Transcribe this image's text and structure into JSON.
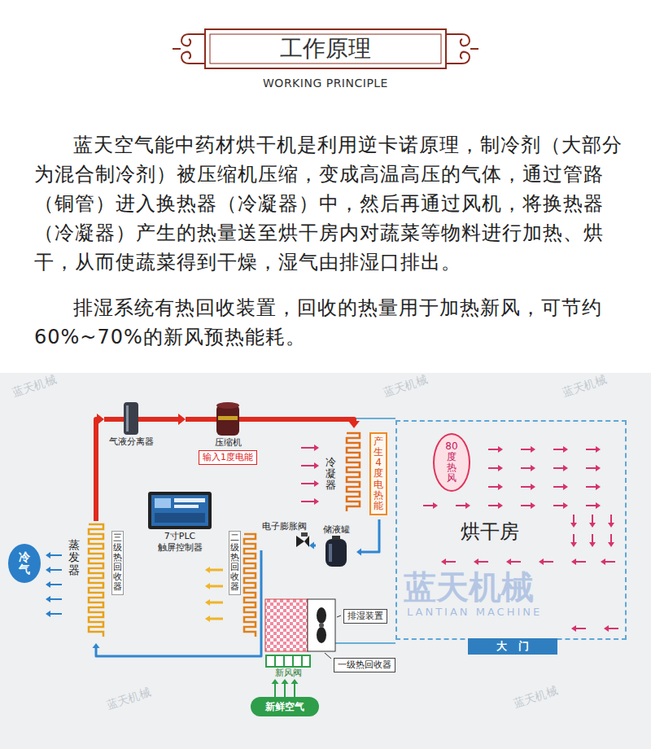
{
  "diagram": {
    "title": "工作原理",
    "nodes": [
      {
        "text": [
          "气液分离器"
        ]
      },
      {
        "text": [
          "压缩机",
          "输入1度电能"
        ]
      },
      {
        "text": [
          "冷凝器",
          "产生4度电热能"
        ]
      },
      {
        "text": [
          "烘干房"
        ]
      },
      {
        "text": [
          "80度热风"
        ],
        "in": 3
      },
      {
        "text": [
          "7寸PLC 触屏控制器"
        ]
      },
      {
        "text": [
          "电子膨胀阀"
        ]
      },
      {
        "text": [
          "储液罐"
        ]
      },
      {
        "text": [
          "冷气"
        ]
      },
      {
        "text": [
          "蒸发器"
        ]
      },
      {
        "text": [
          "三级热回收器"
        ]
      },
      {
        "text": [
          "二级热回收器"
        ]
      },
      {
        "text": [
          "排湿装置"
        ]
      },
      {
        "text": [
          "大门"
        ]
      },
      {
        "text": [
          "一级热回收器"
        ]
      },
      {
        "text": [
          "新风阀"
        ]
      },
      {
        "text": [
          "新鲜空气"
        ]
      }
    ],
    "edges": [
      {
        "from": 0,
        "to": 1,
        "arrow": "to"
      },
      {
        "from": 1,
        "to": 2,
        "arrow": "to"
      },
      {
        "from": 2,
        "to": 7,
        "arrow": "to"
      },
      {
        "from": 7,
        "to": 6,
        "arrow": "to"
      },
      {
        "from": 6,
        "to": 9,
        "arrow": "to"
      },
      {
        "from": 9,
        "to": 0,
        "arrow": "to"
      },
      {
        "from": 16,
        "to": 15,
        "arrow": "to"
      },
      {
        "from": 16,
        "to": 15,
        "arrow": "to"
      },
      {
        "from": 16,
        "to": 15,
        "arrow": "to"
      }
    ],
    "labels": [
      "WORKING PRINCIPLE",
      "蓝天空气能中药材烘干机是利用逆卡诺原理，制冷剂（大部分为混合制冷剂）被压缩机压缩，变成高温高压的气体，通过管路（铜管）进入换热器（冷凝器）中，然后再通过风机，将换热器（冷凝器）产生的热量送至烘干房内对蔬菜等物料进行加热、烘干，从而使蔬菜得到干燥，湿气由排湿口排出。",
      "排湿系统有热回收装置，回收的热量用于加热新风，可节约60%~70%的新风预热能耗。",
      "蓝天机械",
      "LANTIAN MACHINE",
      "蓝天机械",
      "蓝天机械",
      "蓝天机械",
      "蓝天机械",
      "蓝天机械"
    ]
  }
}
